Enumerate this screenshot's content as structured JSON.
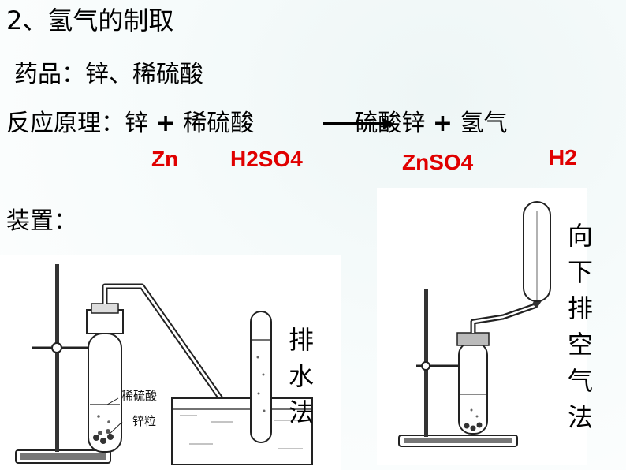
{
  "title": "2、氢气的制取",
  "drugs": "药品：锌、稀硫酸",
  "principle": {
    "label": "反应原理：",
    "reactant1": "锌",
    "plus1": "+",
    "reactant2": "稀硫酸",
    "product1": "硫酸锌",
    "plus2": "+",
    "product2": "氢气"
  },
  "formulas": {
    "zn": "Zn",
    "h2so4": "H2SO4",
    "znso4": "ZnSO4",
    "h2": "H2"
  },
  "apparatus_label": "装置：",
  "left_diagram": {
    "label_acid": "稀硫酸",
    "label_zinc": "锌粒",
    "method": [
      "排",
      "水",
      "法"
    ]
  },
  "right_diagram": {
    "method": [
      "向",
      "下",
      "排",
      "空",
      "气",
      "法"
    ]
  },
  "colors": {
    "formula": "#e00000",
    "background": "#eef6f6"
  }
}
